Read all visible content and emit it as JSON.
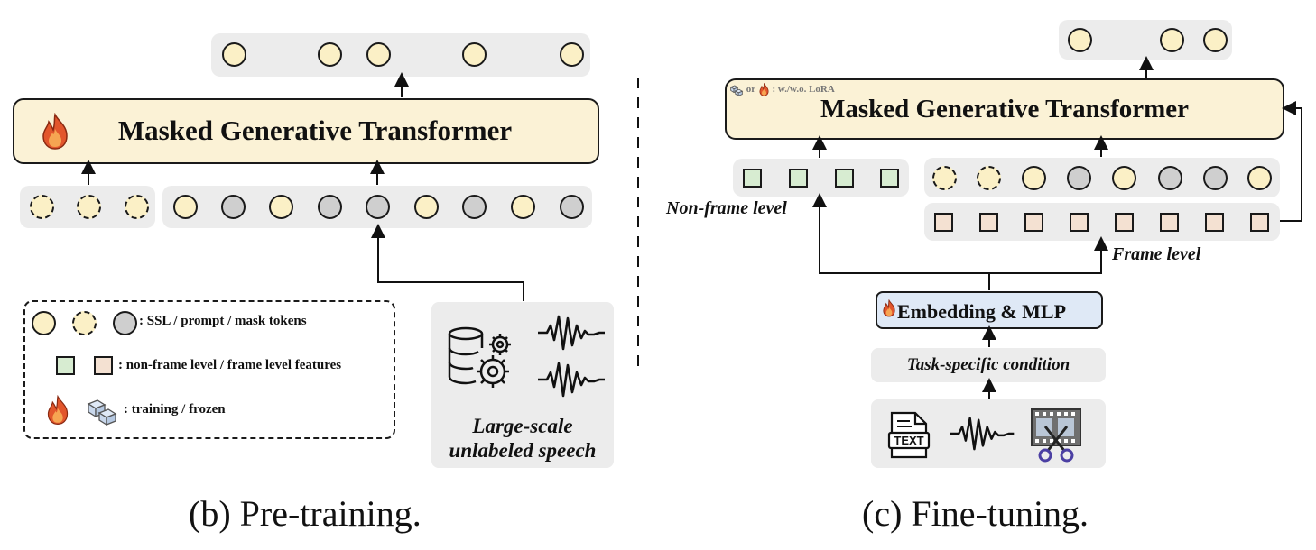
{
  "pretraining": {
    "transformer_title": "Masked Generative Transformer",
    "data_source_label": [
      "Large-scale",
      "unlabeled speech"
    ],
    "caption": "(b) Pre-training."
  },
  "legend": {
    "tokens_text": ": SSL / prompt / mask tokens",
    "features_text": ": non-frame level / frame level features",
    "training_text": ": training / frozen"
  },
  "finetuning": {
    "transformer_title": "Masked Generative Transformer",
    "lora_note": "or",
    "lora_note_suffix": ": w./w.o. LoRA",
    "non_frame_label": "Non-frame level",
    "frame_label": "Frame level",
    "embedding_label": "Embedding & MLP",
    "condition_label": "Task-specific condition",
    "text_icon_label": "TEXT",
    "caption": "(c) Fine-tuning."
  },
  "colors": {
    "ssl_token": "#fbf0c6",
    "mask_token": "#cfcfcf",
    "transformer_fill": "#fbf2d6",
    "non_frame_feature": "#d7ecd1",
    "frame_feature": "#f4e1d2",
    "embedding_fill": "#dfe9f6"
  },
  "icons": [
    "flame-icon",
    "ice-cubes-icon",
    "database-gear-icon",
    "waveform-icon",
    "text-file-icon",
    "film-scissors-icon"
  ]
}
